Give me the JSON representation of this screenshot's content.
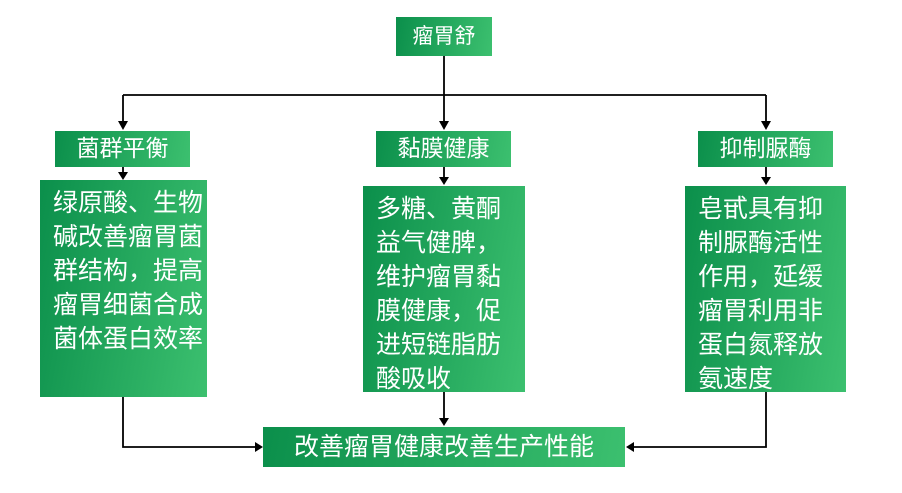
{
  "diagram": {
    "title": "瘤胃舒",
    "branches": [
      {
        "header": "菌群平衡",
        "body": "绿原酸、生物碱改善瘤胃菌群结构，提高瘤胃细菌合成菌体蛋白效率"
      },
      {
        "header": "黏膜健康",
        "body": "多糖、黄酮益气健脾，维护瘤胃黏膜健康，促进短链脂肪酸吸收"
      },
      {
        "header": "抑制脲酶",
        "body": "皂甙具有抑制脲酶活性作用，延缓瘤胃利用非蛋白氮释放氨速度"
      }
    ],
    "conclusion": "改善瘤胃健康改善生产性能",
    "colors": {
      "box_gradient_start": "#0b8f4b",
      "box_gradient_end": "#3cc06f",
      "text": "#ffffff",
      "arrow": "#000000",
      "background": "#ffffff"
    }
  }
}
